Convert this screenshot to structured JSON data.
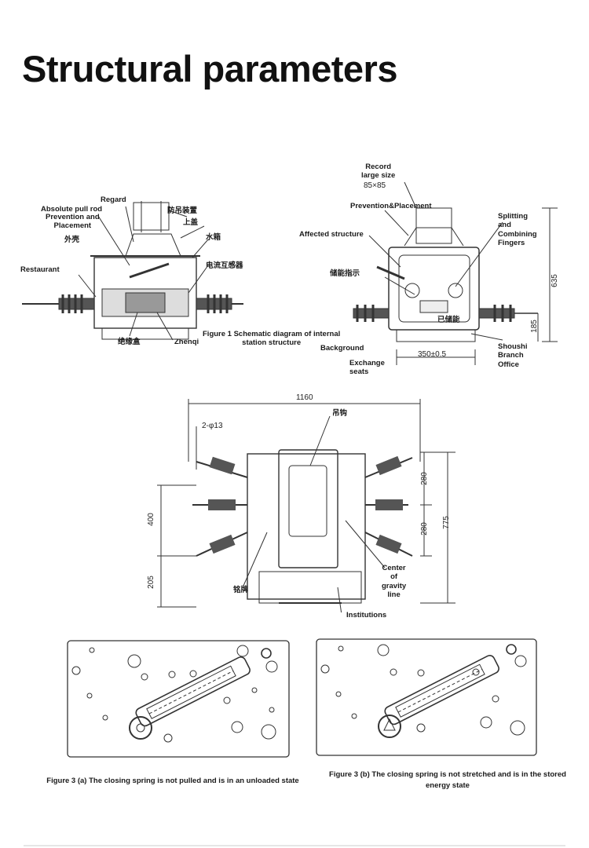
{
  "page": {
    "title": "Structural parameters"
  },
  "figure1": {
    "labels": {
      "regard": "Regard",
      "absolute_pull_rod": "Absolute pull rod",
      "prevention_and_placement": "Prevention and\nPlacement",
      "cn_anti_lift": "防吊装置",
      "cn_upper_cover": "上盖",
      "cn_outer_shell": "外壳",
      "cn_valve": "水箱",
      "cn_current_transformer": "电流互感器",
      "restaurant": "Restaurant",
      "cn_insulation_box": "绝缘盒",
      "zhenqi": "Zhenqi"
    },
    "caption": "Figure 1 Schematic diagram of internal\nstation structure"
  },
  "figure2": {
    "labels": {
      "record_large_size": "Record\nlarge size",
      "size_value": "85×85",
      "prevention_placement": "Prevention&Placement",
      "affected_structure": "Affected structure",
      "splitting_fingers": "Splitting\nand\nCombining\nFingers",
      "cn_storage_indicator": "储能指示",
      "cn_energy_mark": "已储能",
      "background": "Background",
      "exchange_seats": "Exchange\nseats",
      "shoushi_branch_office": "Shoushi\nBranch\nOffice"
    },
    "dims": {
      "height": "635",
      "offset": "185",
      "base_width": "350±0.5"
    }
  },
  "figure_top": {
    "dims": {
      "width": "1160",
      "holes": "2-φ13",
      "spacing_top": "280",
      "spacing_bottom": "280",
      "total_height": "775",
      "left_height": "400",
      "bottom_height": "205"
    },
    "labels": {
      "cn_hook": "吊钩",
      "cn_nameplate": "铭牌",
      "center_gravity": "Center\nof\ngravity\nline",
      "institutions": "Institutions"
    }
  },
  "figure3": {
    "caption_a": "Figure 3 (a) The closing spring is not pulled and is in an unloaded state",
    "caption_b": "Figure 3 (b) The closing spring is not stretched and is in the stored\nenergy state"
  }
}
